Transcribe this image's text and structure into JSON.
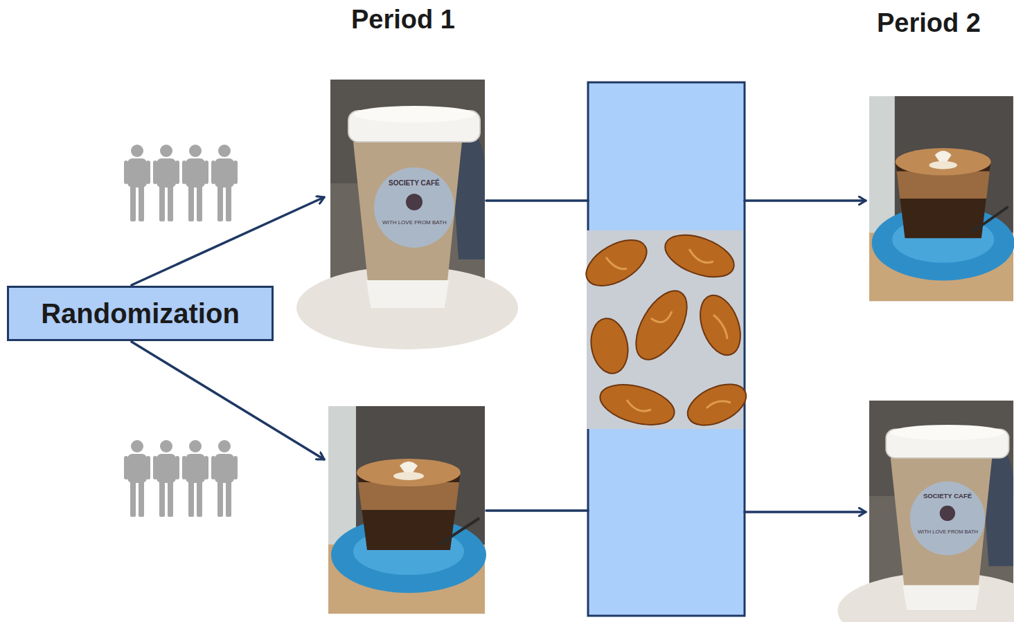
{
  "diagram": {
    "nodes": [
      {
        "text": [
          "Randomization"
        ]
      }
    ],
    "labels": [
      "Period 1",
      "Period 2",
      "SOCIETY CAFÉ",
      "WITH LOVE FROM BATH",
      "SOCIETY CAFÉ",
      "WITH LOVE FROM BATH"
    ]
  }
}
